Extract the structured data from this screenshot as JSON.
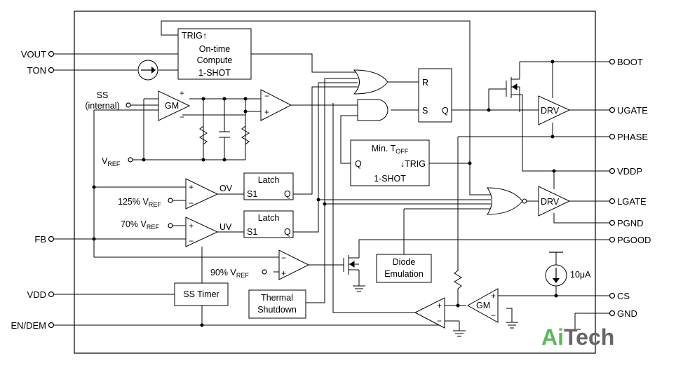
{
  "pins_left": {
    "vout": "VOUT",
    "ton": "TON",
    "fb": "FB",
    "vdd": "VDD",
    "en_dem": "EN/DEM"
  },
  "pins_right": {
    "boot": "BOOT",
    "ugate": "UGATE",
    "phase": "PHASE",
    "vddp": "VDDP",
    "lgate": "LGATE",
    "pgnd": "PGND",
    "pgood": "PGOOD",
    "cs": "CS",
    "gnd": "GND"
  },
  "blocks": {
    "ontime_trig": "TRIG↑",
    "ontime_line1": "On-time",
    "ontime_line2": "Compute",
    "ontime_line3": "1-SHOT",
    "ss_label1": "SS",
    "ss_label2": "(internal)",
    "gm": "GM",
    "vref": "V",
    "vref_sub": "REF",
    "rs_r": "R",
    "rs_s": "S",
    "rs_q": "Q",
    "drv": "DRV",
    "mintoff_a": "Min. T",
    "mintoff_sub": "OFF",
    "mintoff_q": "Q",
    "mintoff_trig": "↓TRIG",
    "mintoff_shot": "1-SHOT",
    "ov_ref_prefix": "125% V",
    "ov": "OV",
    "uv_ref_prefix": "70% V",
    "uv": "UV",
    "latch": "Latch",
    "latch_s1": "S1",
    "latch_q": "Q",
    "pgood_ref_prefix": "90% V",
    "diode_line1": "Diode",
    "diode_line2": "Emulation",
    "ss_timer": "SS Timer",
    "thermal_line1": "Thermal",
    "thermal_line2": "Shutdown",
    "current_src": "10μA",
    "plus": "+",
    "minus": "−"
  },
  "logo": {
    "part1": "Ai",
    "part2": "Tech"
  },
  "colors": {
    "line": "#000000",
    "logo_green": "#5cb85c",
    "logo_gray": "#666666"
  }
}
